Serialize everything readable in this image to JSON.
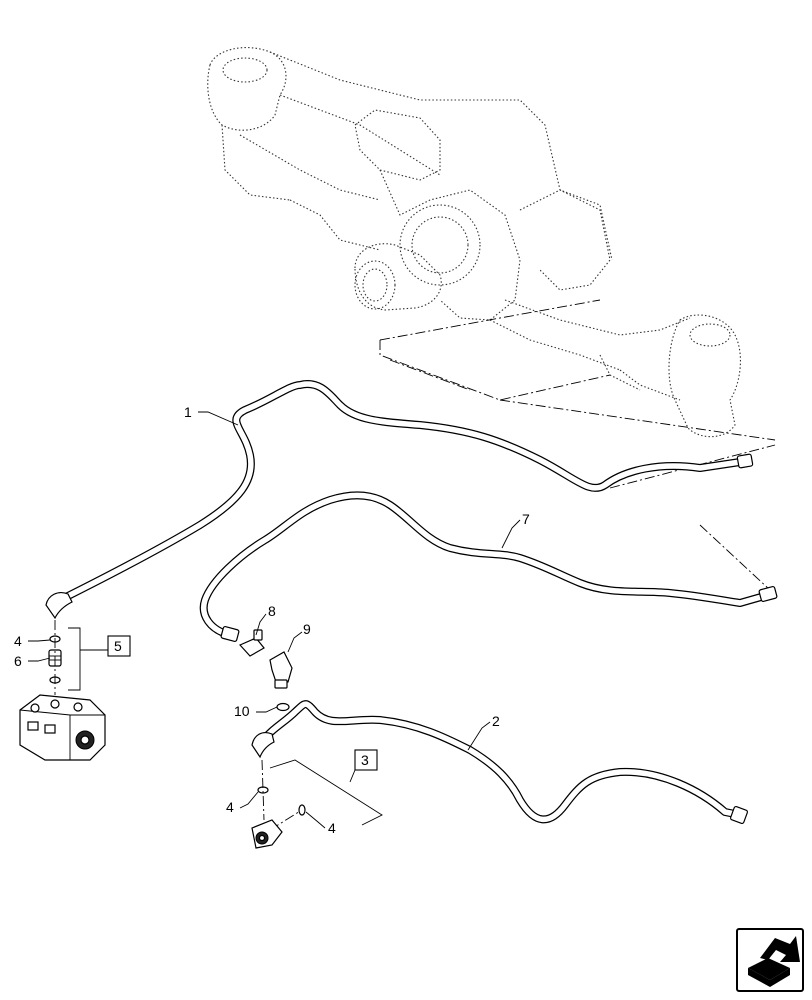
{
  "callouts": {
    "c1": "1",
    "c2": "2",
    "c3": "3",
    "c4a": "4",
    "c4b": "4",
    "c4c": "4",
    "c5": "5",
    "c6": "6",
    "c7": "7",
    "c8": "8",
    "c9": "9",
    "c10": "10"
  },
  "icons": {
    "nav": "next-page-arrow-icon"
  }
}
